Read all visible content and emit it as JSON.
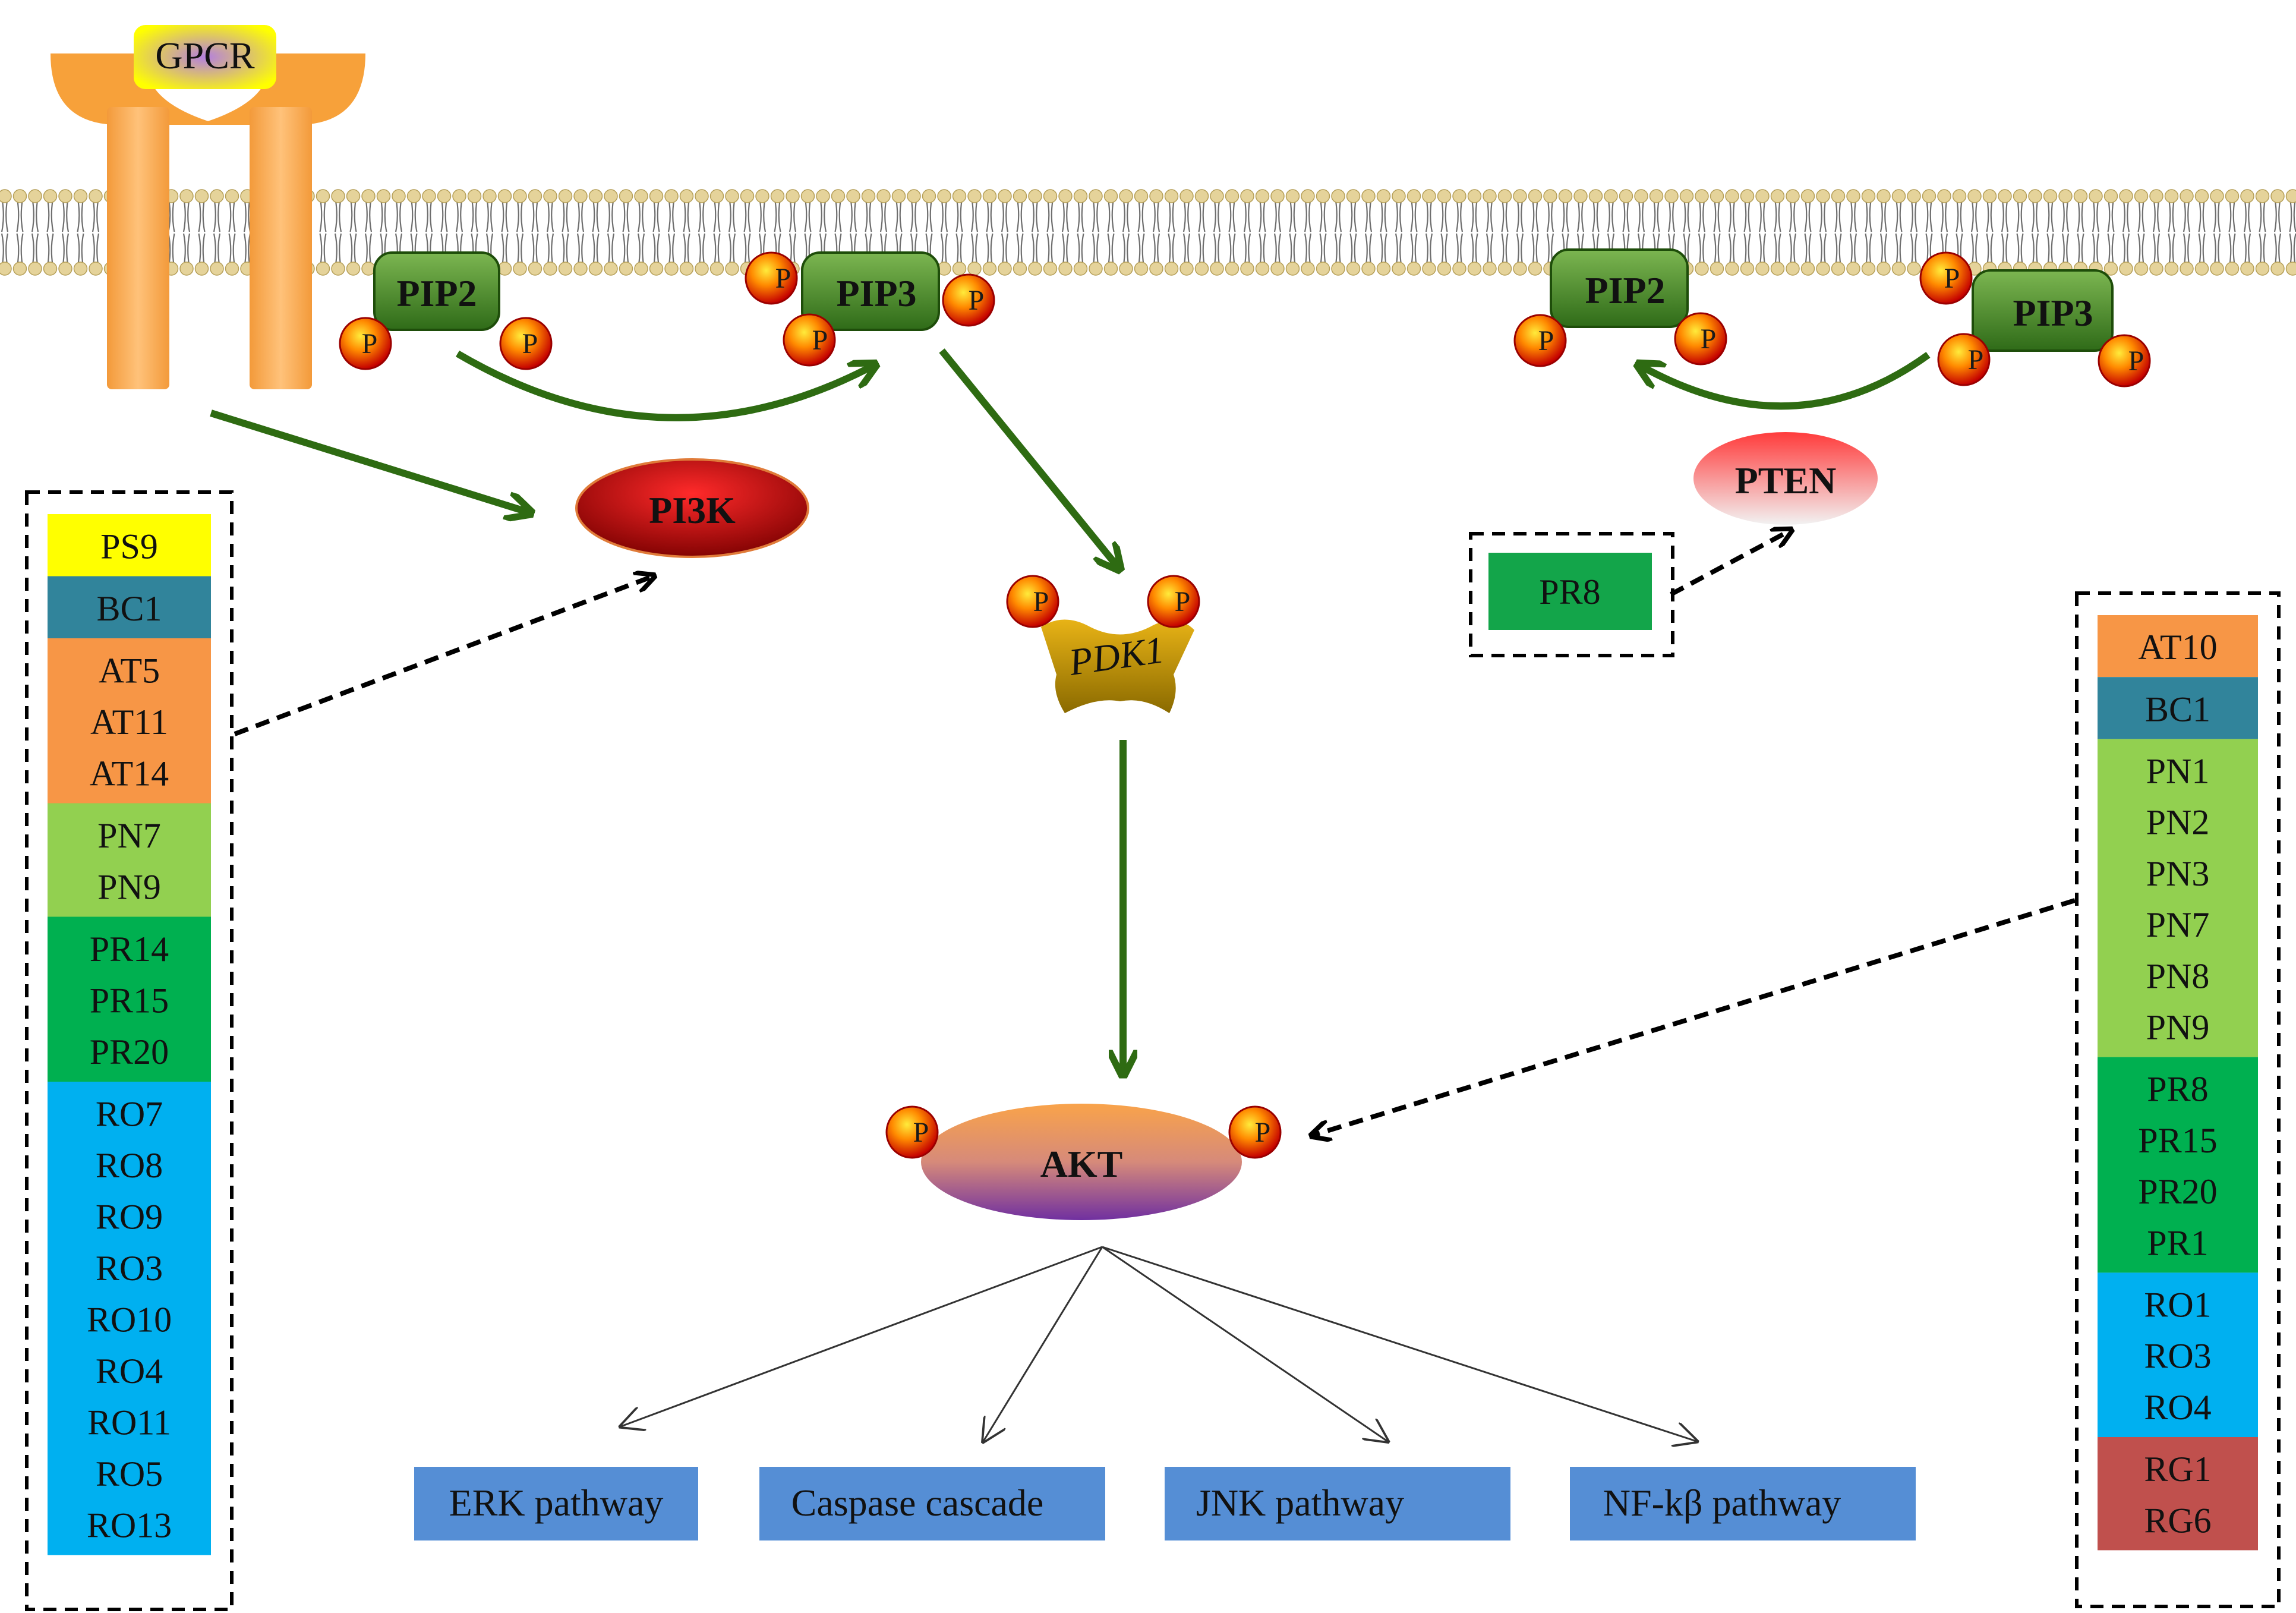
{
  "receptor": {
    "label": "GPCR"
  },
  "membrane_nodes": {
    "pip2_left": "PIP2",
    "pip3_center": "PIP3",
    "pip2_right": "PIP2",
    "pip3_right": "PIP3",
    "phosphate": "P"
  },
  "enzymes": {
    "pi3k": "PI3K",
    "pdk1": "PDK1",
    "pten": "PTEN",
    "akt": "AKT"
  },
  "downstream": [
    "ERK pathway",
    "Caspase cascade",
    "JNK pathway",
    "NF-kβ pathway"
  ],
  "pten_box": {
    "items": [
      {
        "label": "PR8",
        "color": "#13a54a"
      }
    ]
  },
  "left_list": {
    "groups": [
      {
        "color": "#ffff00",
        "items": [
          "PS9"
        ]
      },
      {
        "color": "#31849b",
        "items": [
          "BC1"
        ]
      },
      {
        "color": "#f79646",
        "items": [
          "AT5",
          "AT11",
          "AT14"
        ]
      },
      {
        "color": "#92d050",
        "items": [
          "PN7",
          "PN9"
        ]
      },
      {
        "color": "#00b050",
        "items": [
          "PR14",
          "PR15",
          "PR20"
        ]
      },
      {
        "color": "#00b0f0",
        "items": [
          "RO7",
          "RO8",
          "RO9",
          "RO3",
          "RO10",
          "RO4",
          "RO11",
          "RO5",
          "RO13"
        ]
      }
    ]
  },
  "right_list": {
    "groups": [
      {
        "color": "#f79646",
        "items": [
          "AT10"
        ]
      },
      {
        "color": "#31849b",
        "items": [
          "BC1"
        ]
      },
      {
        "color": "#92d050",
        "items": [
          "PN1",
          "PN2",
          "PN3",
          "PN7",
          "PN8",
          "PN9"
        ]
      },
      {
        "color": "#00b050",
        "items": [
          "PR8",
          "PR15",
          "PR20",
          "PR1"
        ]
      },
      {
        "color": "#00b0f0",
        "items": [
          "RO1",
          "RO3",
          "RO4"
        ]
      },
      {
        "color": "#c0504d",
        "items": [
          "RG1",
          "RG6"
        ]
      }
    ]
  },
  "colors": {
    "arrow_green": "#2e6b12",
    "pip_green": "#4f8a2b",
    "pi3k_red": "#c00000",
    "pathway_blue": "#558ed5",
    "akt_orange": "#f6a04d",
    "akt_purple": "#7030a0",
    "gpcr_orange": "#f7a13a"
  }
}
